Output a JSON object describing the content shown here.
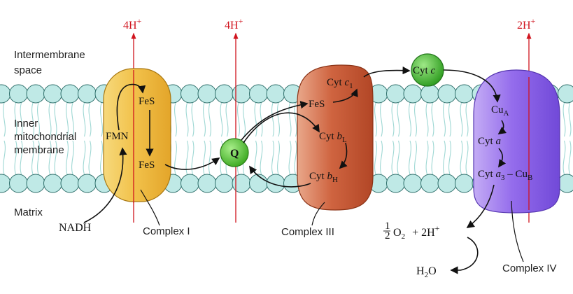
{
  "regions": {
    "intermembrane_line1": "Intermembrane",
    "intermembrane_line2": "space",
    "inner_line1": "Inner",
    "inner_line2": "mitochondrial",
    "inner_line3": "membrane",
    "matrix": "Matrix"
  },
  "complex1": {
    "name": "Complex I",
    "proton_coef": "4H",
    "fes_top": "FeS",
    "fmn": "FMN",
    "fes_bottom": "FeS",
    "donor": "NADH"
  },
  "ubiquinone": {
    "label": "Q",
    "proton_coef": "4H"
  },
  "complex3": {
    "name": "Complex III",
    "cyt_c1_base": "Cyt ",
    "cyt_c1_italic": "c",
    "cyt_c1_sub": "1",
    "fes": "FeS",
    "cyt_bL_base": "Cyt ",
    "cyt_bL_italic": "b",
    "cyt_bL_sub": "L",
    "cyt_bH_base": "Cyt ",
    "cyt_bH_italic": "b",
    "cyt_bH_sub": "H"
  },
  "cytochrome_c": {
    "base": "Cyt ",
    "italic": "c"
  },
  "complex4": {
    "name": "Complex IV",
    "proton_coef": "2H",
    "cuA_base": "Cu",
    "cuA_sub": "A",
    "cyt_a_base": "Cyt ",
    "cyt_a_italic": "a",
    "cyt_a3_base": "Cyt ",
    "cyt_a3_italic": "a",
    "cyt_a3_sub": "3",
    "cyt_a3_dash": " – Cu",
    "cuB_sub": "B"
  },
  "reaction": {
    "half_num": "1",
    "half_den": "2",
    "o2_base": "O",
    "o2_sub": "2",
    "plus_protons": "+  2H",
    "water_base": "H",
    "water_sub": "2",
    "water_o": "O"
  },
  "proton_charge": "+",
  "colors": {
    "complex1": "#f3c24a",
    "complex3": "#c9552f",
    "complex4": "#8e63ea",
    "ubiquinone": "#4cc22a",
    "cytochrome_c": "#3db52a",
    "membrane_head": "#bfe9e6",
    "proton_arrow": "#d0141e"
  }
}
